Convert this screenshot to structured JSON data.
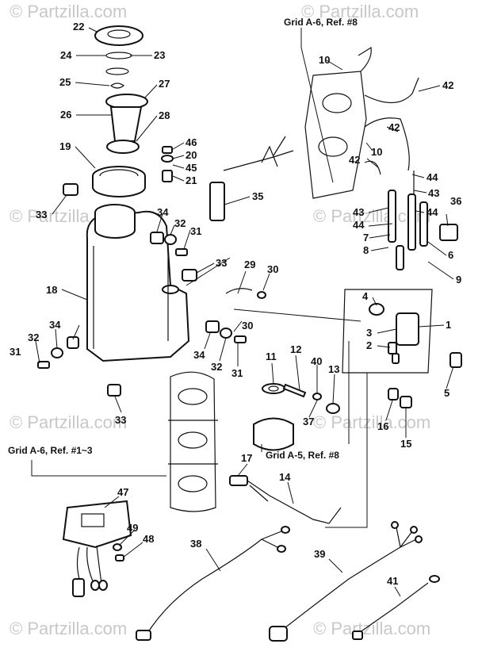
{
  "watermark": "© Partzilla.com",
  "grid_refs": {
    "top_right": "Grid A-6, Ref. #8",
    "left": "Grid A-6, Ref. #1~3",
    "center": "Grid A-5, Ref. #8"
  },
  "callouts": {
    "c22": "22",
    "c24": "24",
    "c23": "23",
    "c25": "25",
    "c27": "27",
    "c26": "26",
    "c28": "28",
    "c19": "19",
    "c46": "46",
    "c20": "20",
    "c45": "45",
    "c21": "21",
    "c33a": "33",
    "c34a": "34",
    "c32a": "32",
    "c31a": "31",
    "c35": "35",
    "c33b": "33",
    "c29": "29",
    "c30a": "30",
    "c18": "18",
    "c30b": "30",
    "c32b": "32",
    "c34b": "34",
    "c31b": "31",
    "c34c": "34",
    "c32c": "32",
    "c31c": "31",
    "c33c": "33",
    "c10a": "10",
    "c42a": "42",
    "c42b": "42",
    "c10b": "10",
    "c42c": "42",
    "c44a": "44",
    "c43a": "43",
    "c36": "36",
    "c44b": "44",
    "c43b": "43",
    "c44c": "44",
    "c7": "7",
    "c8": "8",
    "c6": "6",
    "c9": "9",
    "c4": "4",
    "c1": "1",
    "c3": "3",
    "c2": "2",
    "c5": "5",
    "c11": "11",
    "c12": "12",
    "c40": "40",
    "c13": "13",
    "c37": "37",
    "c16": "16",
    "c15": "15",
    "c17": "17",
    "c14": "14",
    "c47": "47",
    "c49": "49",
    "c48": "48",
    "c38": "38",
    "c39": "39",
    "c41": "41"
  }
}
